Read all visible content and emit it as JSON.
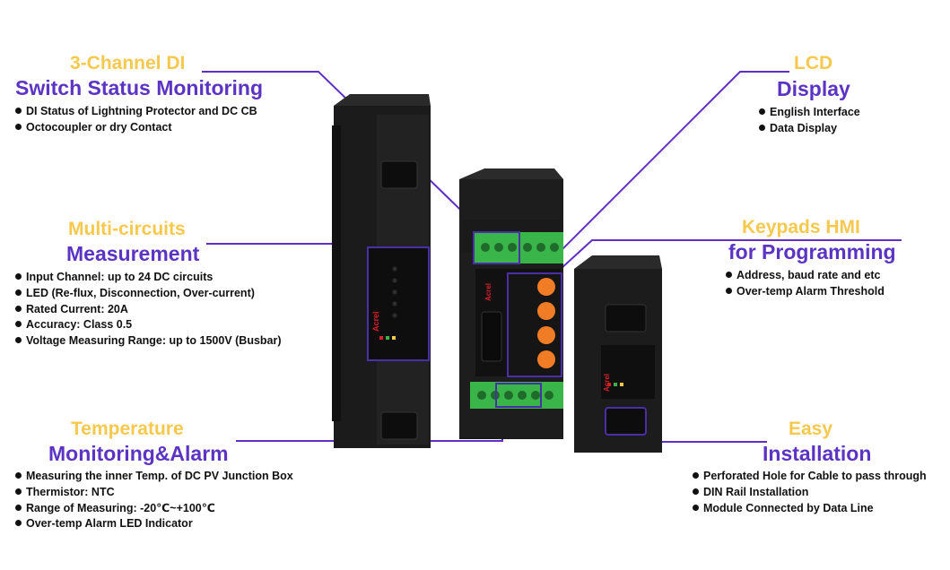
{
  "colors": {
    "title_yellow": "#f6c94e",
    "title_purple": "#5b34c4",
    "line_purple": "#5f2fc6",
    "device_body": "#1c1c1c",
    "connector_green": "#39b54a",
    "button_orange": "#f07c26",
    "brand_red": "#d6202a"
  },
  "features": {
    "di": {
      "line1": "3-Channel DI",
      "line2": "Switch Status Monitoring",
      "bullets": [
        "DI Status of Lightning Protector and DC CB",
        "Octocoupler or dry Contact"
      ]
    },
    "measurement": {
      "line1": "Multi-circuits",
      "line2": "Measurement",
      "bullets": [
        "Input Channel: up to 24 DC circuits",
        "LED (Re-flux, Disconnection, Over-current)",
        "Rated Current: 20A",
        "Accuracy: Class 0.5",
        "Voltage Measuring Range: up to 1500V (Busbar)"
      ]
    },
    "temperature": {
      "line1": "Temperature",
      "line2": "Monitoring&Alarm",
      "bullets": [
        "Measuring the inner Temp. of DC PV Junction Box",
        "Thermistor: NTC",
        "Range of Measuring: -20℃~+100℃",
        "Over-temp Alarm LED Indicator"
      ]
    },
    "lcd": {
      "line1": "LCD",
      "line2": "Display",
      "bullets": [
        "English Interface",
        "Data Display"
      ]
    },
    "keypads": {
      "line1": "Keypads HMI",
      "line2": "for Programming",
      "bullets": [
        "Address, baud rate and etc",
        "Over-temp Alarm Threshold"
      ]
    },
    "installation": {
      "line1": "Easy",
      "line2": "Installation",
      "bullets": [
        "Perforated Hole for Cable to pass through",
        "DIN Rail Installation",
        "Module Connected by Data Line"
      ]
    }
  },
  "device": {
    "brand": "Acrel"
  }
}
